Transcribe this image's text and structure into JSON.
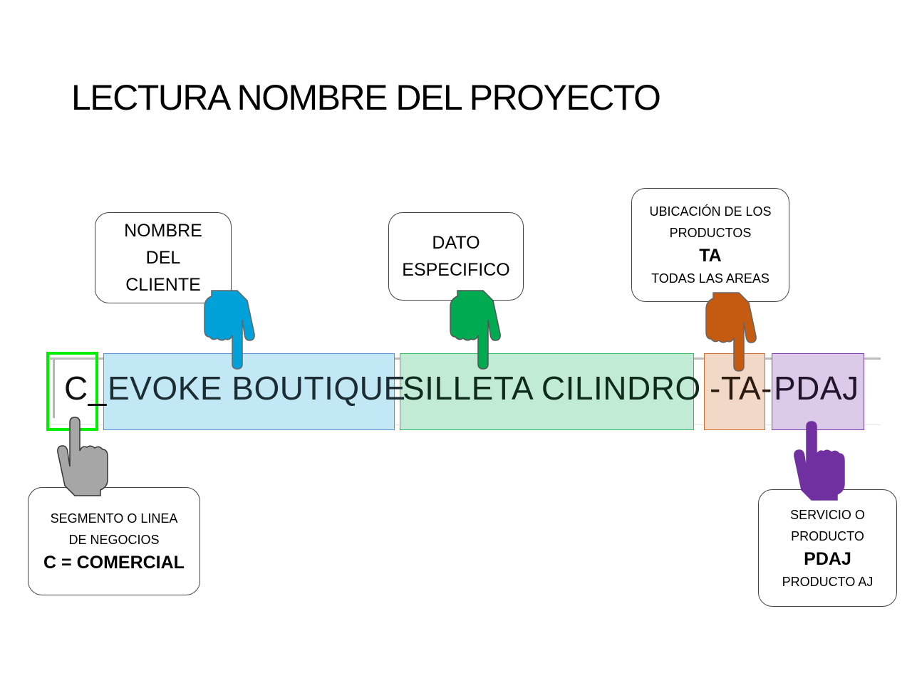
{
  "title": "LECTURA NOMBRE DEL PROYECTO",
  "project_code": {
    "segment": "C_",
    "client": "EVOKE BOUTIQUE",
    "specific": "SILLETA CILINDRO",
    "location": "-TA-",
    "service": "PDAJ"
  },
  "callouts": {
    "client": {
      "lines": [
        "NOMBRE",
        "DEL",
        "CLIENTE"
      ]
    },
    "specific": {
      "lines": [
        "DATO",
        "ESPECIFICO"
      ]
    },
    "location": {
      "line1": "UBICACIÓN DE LOS",
      "line2": "PRODUCTOS",
      "code": "TA",
      "meaning": "TODAS LAS AREAS"
    },
    "segment": {
      "line1": "SEGMENTO O LINEA",
      "line2": "DE NEGOCIOS",
      "code": "C = COMERCIAL"
    },
    "service": {
      "line1": "SERVICIO O",
      "line2": "PRODUCTO",
      "code": "PDAJ",
      "meaning": "PRODUCTO AJ"
    }
  },
  "colors": {
    "segment": "#00ee00",
    "client": "#00a0d8",
    "specific": "#00aa50",
    "location": "#c55a11",
    "service": "#7030a0",
    "segment_hand": "#a6a6a6"
  }
}
